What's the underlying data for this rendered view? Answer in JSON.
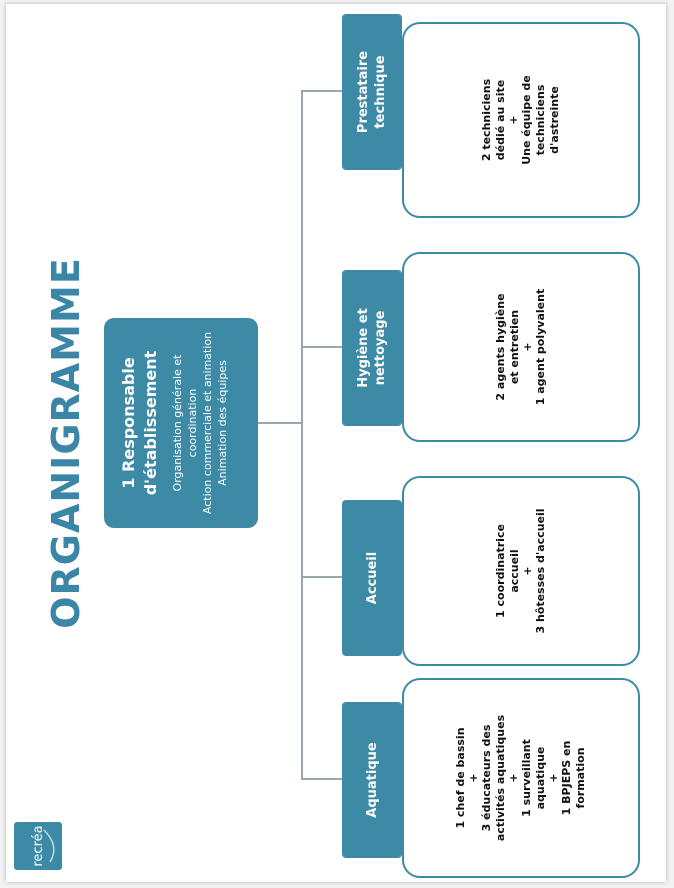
{
  "logo": {
    "text": "recréa"
  },
  "title": "ORGANIGRAMME",
  "head": {
    "title_line1": "1 Responsable",
    "title_line2": "d'établissement",
    "lines": [
      "Organisation générale et",
      "coordination",
      "Action commerciale et animation",
      "Animation des équipes"
    ]
  },
  "departments": [
    {
      "label": "Aquatique",
      "items": [
        "1 chef de bassin",
        "3 éducateurs des\nactivités aquatiques",
        "1 surveillant\naquatique",
        "1 BPJEPS en\nformation"
      ]
    },
    {
      "label": "Accueil",
      "items": [
        "1 coordinatrice\naccueil",
        "3 hôtesses d'accueil"
      ]
    },
    {
      "label": "Hygiène et\nnettoyage",
      "items": [
        "2 agents hygiène\net entretien",
        "1 agent polyvalent"
      ]
    },
    {
      "label": "Prestataire\ntechnique",
      "items": [
        "2 techniciens\ndédié au site",
        "Une équipe de\ntechniciens\nd'astreinte"
      ]
    }
  ],
  "plus_sign": "+",
  "colors": {
    "primary": "#3d8aa6",
    "title": "#3b86a6",
    "connector": "#9aa6ad"
  }
}
